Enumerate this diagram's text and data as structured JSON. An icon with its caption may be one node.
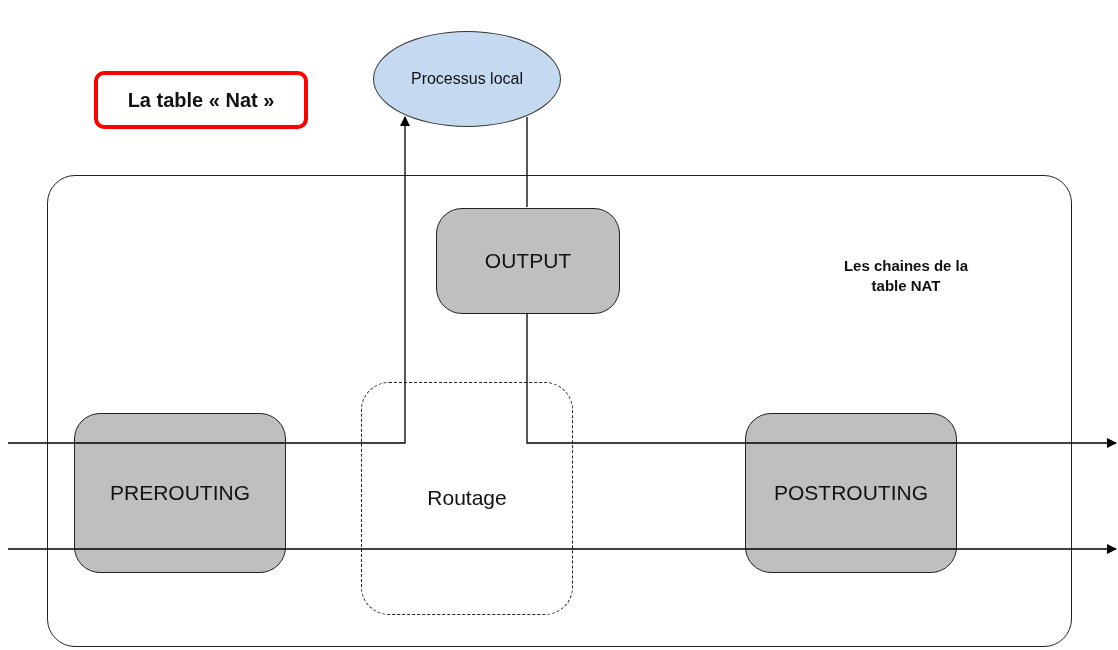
{
  "diagram": {
    "nodes": [
      {
        "text": [
          "La table « Nat »"
        ]
      },
      {
        "text": [
          "Processus local"
        ]
      },
      {
        "text": [
          "Les chaines de la table NAT"
        ]
      },
      {
        "text": [
          "OUTPUT"
        ],
        "in": 2
      },
      {
        "text": [
          "PREROUTING"
        ],
        "in": 2
      },
      {
        "text": [
          "Routage"
        ],
        "in": 2
      },
      {
        "text": [
          "POSTROUTING"
        ],
        "in": 2
      }
    ],
    "edges": [
      {
        "from": null,
        "to": 4,
        "arrow": "none"
      },
      {
        "from": 4,
        "to": 5,
        "arrow": "none"
      },
      {
        "from": 5,
        "to": 1,
        "arrow": "to"
      },
      {
        "from": 1,
        "to": 3,
        "arrow": "none"
      },
      {
        "from": 3,
        "to": 5,
        "arrow": "none"
      },
      {
        "from": 5,
        "to": 6,
        "arrow": "none"
      },
      {
        "from": 6,
        "to": null,
        "arrow": "to"
      },
      {
        "from": null,
        "to": 4,
        "arrow": "none"
      },
      {
        "from": 4,
        "to": 5,
        "arrow": "none"
      },
      {
        "from": 5,
        "to": 6,
        "arrow": "none"
      },
      {
        "from": 6,
        "to": null,
        "arrow": "to"
      }
    ]
  }
}
